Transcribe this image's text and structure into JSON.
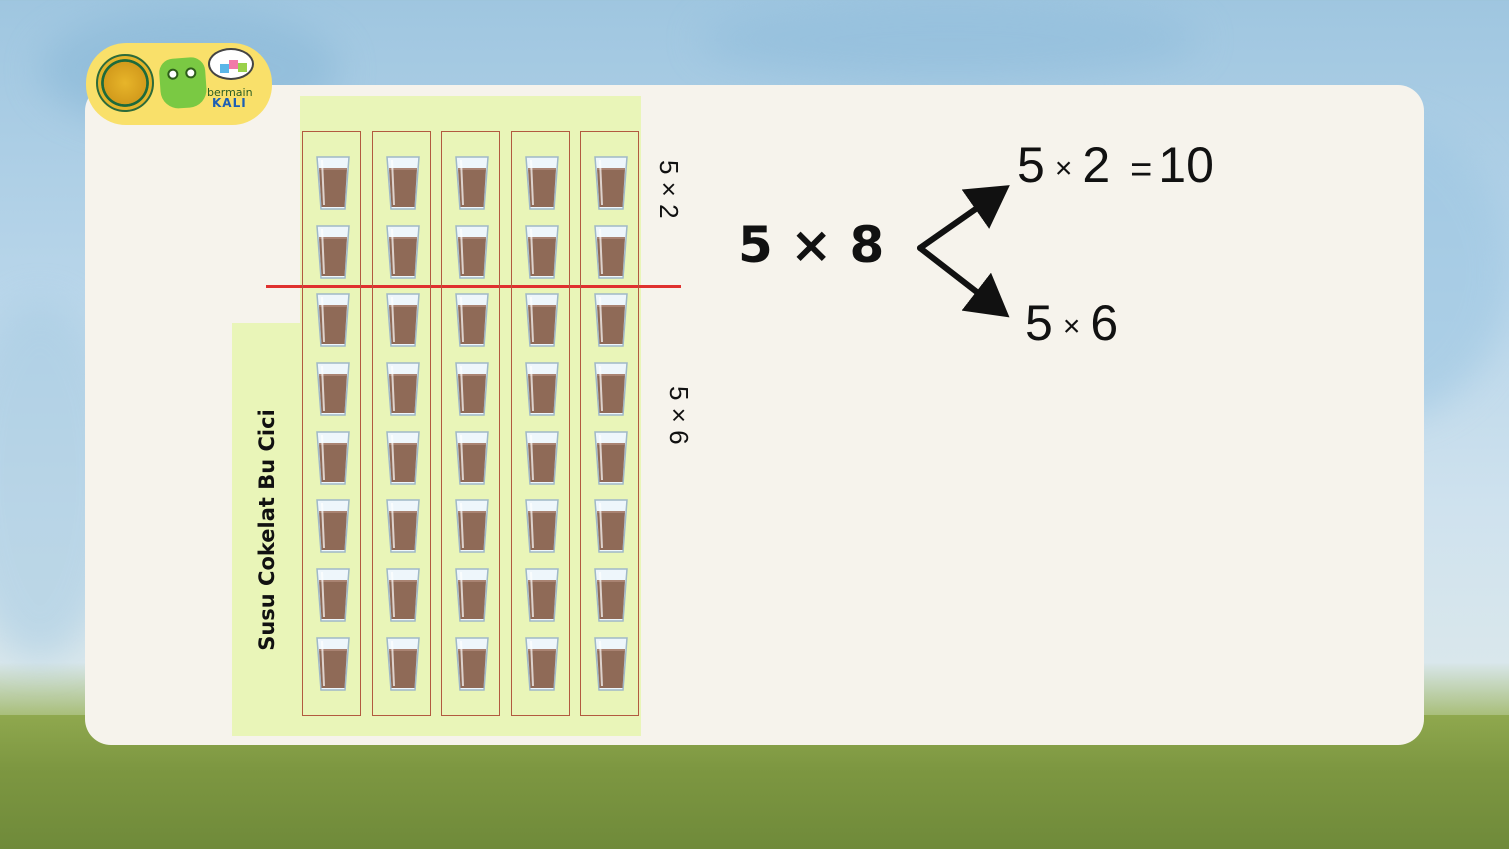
{
  "logo": {
    "brand_line1": "bermain",
    "brand_line2": "KALI"
  },
  "illustration": {
    "title": "Susu Cokelat Bu Cici",
    "columns": 5,
    "rows": 8,
    "top_group_label": "5 × 2",
    "bottom_group_label": "5 × 6"
  },
  "equation": {
    "main": "5 × 8",
    "top": {
      "a": "5",
      "op": "×",
      "b": "2",
      "eq": "=",
      "result": "10"
    },
    "bottom": {
      "a": "5",
      "op": "×",
      "b": "6"
    }
  }
}
